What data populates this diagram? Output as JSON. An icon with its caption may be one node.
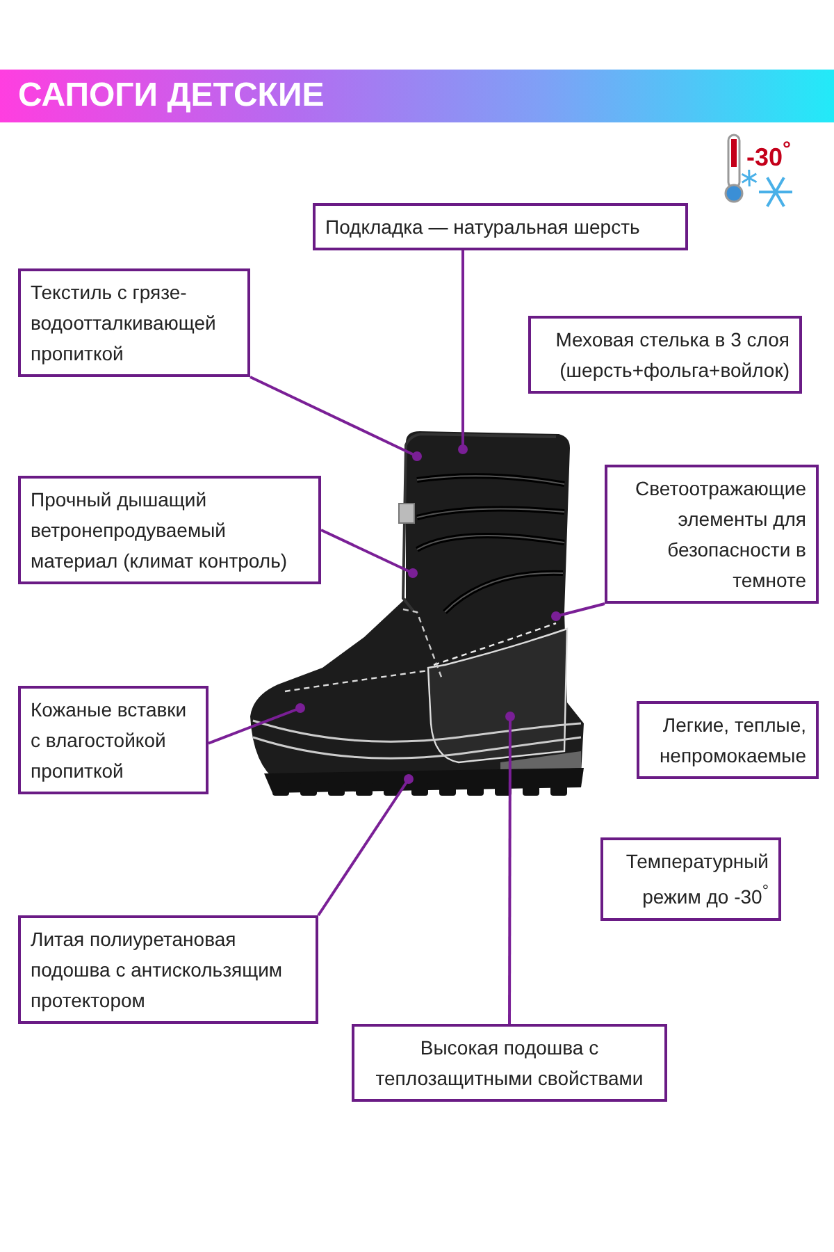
{
  "diagram": {
    "title": "САПОГИ ДЕТСКИЕ",
    "nodes": [
      {
        "text": [
          "Подкладка — натуральная шерсть"
        ]
      },
      {
        "text": [
          "Текстиль с грязе-водоотталкивающей пропиткой"
        ]
      },
      {
        "text": [
          "Меховая стелька в 3 слоя (шерсть+фольга+войлок)"
        ]
      },
      {
        "text": [
          "Прочный дышащий ветронепродуваемый материал (климат контроль)"
        ]
      },
      {
        "text": [
          "Светоотражающие элементы для безопасности в темноте"
        ]
      },
      {
        "text": [
          "Кожаные вставки с влагостойкой пропиткой"
        ]
      },
      {
        "text": [
          "Легкие, теплые, непромокаемые"
        ]
      },
      {
        "text": [
          "Температурный режим до -30$^{°}$"
        ]
      },
      {
        "text": [
          "Литая полиуретановая подошва с антискользящим протектором"
        ]
      },
      {
        "text": [
          "Высокая подошва с теплозащитными свойствами"
        ]
      },
      {
        "text": [],
        "shape": "picture"
      }
    ],
    "edges": [
      {
        "from": 0,
        "to": 10,
        "arrow": "other"
      },
      {
        "from": 1,
        "to": 10,
        "arrow": "other"
      },
      {
        "from": 3,
        "to": 10,
        "arrow": "other"
      },
      {
        "from": 4,
        "to": 10,
        "arrow": "other"
      },
      {
        "from": 5,
        "to": 10,
        "arrow": "other"
      },
      {
        "from": 8,
        "to": 10,
        "arrow": "other"
      },
      {
        "from": 9,
        "to": 10,
        "arrow": "other"
      }
    ],
    "labels": [
      "-30$^{°}$"
    ]
  }
}
